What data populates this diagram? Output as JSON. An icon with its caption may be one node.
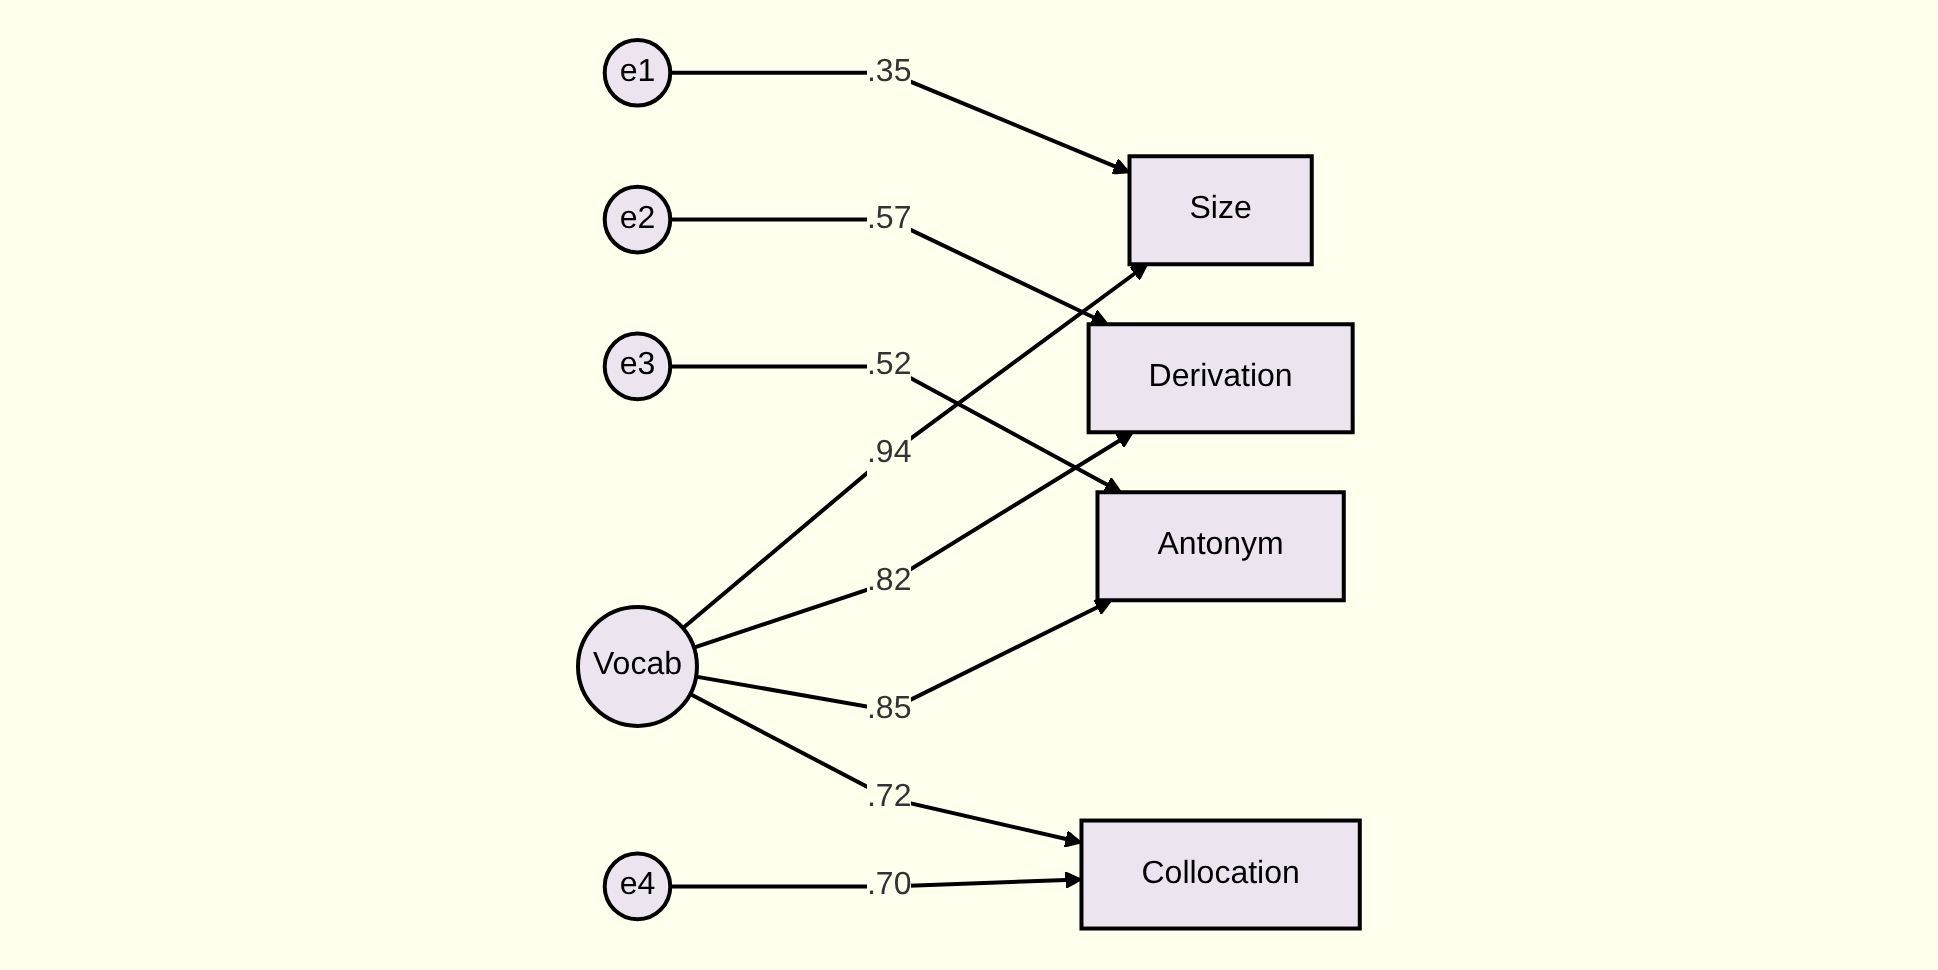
{
  "diagram": {
    "nodes": [
      {
        "text": [
          "e1"
        ]
      },
      {
        "text": [
          "Size"
        ]
      },
      {
        "text": [
          "e2"
        ]
      },
      {
        "text": [
          "Derivation"
        ]
      },
      {
        "text": [
          "e3"
        ]
      },
      {
        "text": [
          "Antonym"
        ]
      },
      {
        "text": [
          "e4"
        ]
      },
      {
        "text": [
          "Collocation"
        ]
      },
      {
        "text": [
          "Vocab"
        ]
      }
    ],
    "edges": [
      {
        "from": 0,
        "to": 1,
        "arrow": "to",
        "label": ".35"
      },
      {
        "from": 2,
        "to": 3,
        "arrow": "to",
        "label": ".57"
      },
      {
        "from": 4,
        "to": 5,
        "arrow": "to",
        "label": ".52"
      },
      {
        "from": 6,
        "to": 7,
        "arrow": "to",
        "label": ".70"
      },
      {
        "from": 8,
        "to": 1,
        "arrow": "to",
        "label": ".94"
      },
      {
        "from": 8,
        "to": 3,
        "arrow": "to",
        "label": ".82"
      },
      {
        "from": 8,
        "to": 5,
        "arrow": "to",
        "label": ".85"
      },
      {
        "from": 8,
        "to": 7,
        "arrow": "to",
        "label": ".72"
      }
    ]
  }
}
